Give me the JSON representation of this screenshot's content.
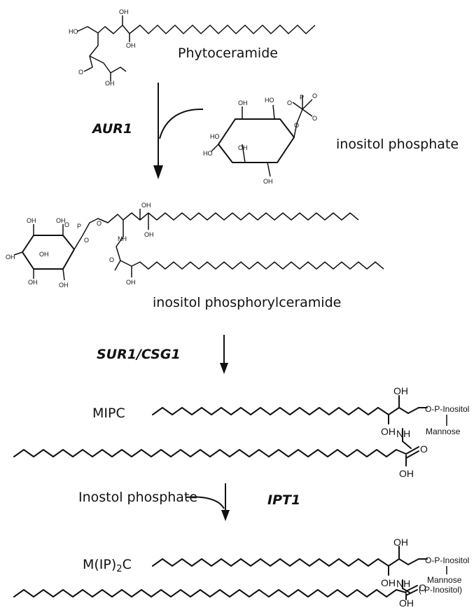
{
  "compounds": {
    "phytoceramide": "Phytoceramide",
    "inositol_phosphate": "inositol phosphate",
    "ipc": "inositol phosphorylceramide",
    "mipc": "MIPC",
    "mip2c_prefix": "M(IP)",
    "mip2c_sub": "2",
    "mip2c_suffix": "C",
    "inostol_phosphate": "Inostol phosphate"
  },
  "enzymes": {
    "aur1": "AUR1",
    "sur1": "SUR1/CSG1",
    "ipt1": "IPT1"
  },
  "groups": {
    "p_inositol": "O-P-Inositol",
    "mannose": "Mannose",
    "p_inositol_paren": "(-P-Inositol)",
    "oh": "OH",
    "nh": "NH",
    "o": "O",
    "small_oh": "OH",
    "small_ho": "HO",
    "small_o": "O",
    "small_p": "P",
    "small_nh": "NH",
    "small_ominus": "O",
    "minus": "-"
  }
}
